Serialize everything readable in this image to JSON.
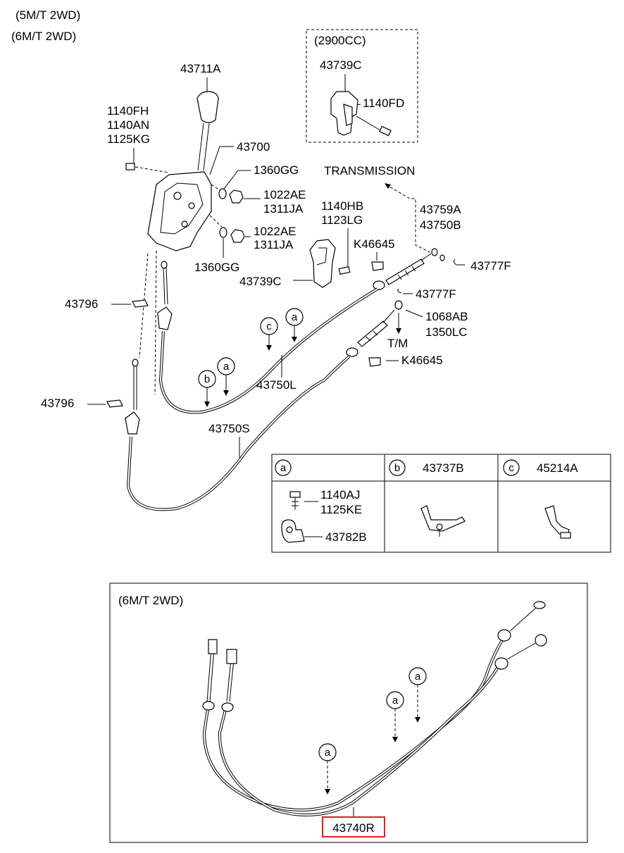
{
  "header": {
    "line1": "(5M/T 2WD)",
    "line2": "(6M/T 2WD)"
  },
  "inset_2900": {
    "title": "(2900CC)",
    "bracket": "43739C",
    "bolt": "1140FD"
  },
  "labels": {
    "knob": "43711A",
    "bolts_top": [
      "1140FH",
      "1140AN",
      "1125KG"
    ],
    "lever_assy": "43700",
    "washer_upper": "1360GG",
    "nut_upper": [
      "1022AE",
      "1311JA"
    ],
    "nut_lower": [
      "1022AE",
      "1311JA"
    ],
    "washer_lower": "1360GG",
    "transmission": "TRANSMISSION",
    "bracket_bolt": [
      "1140HB",
      "1123LG"
    ],
    "clip_upper": "K46645",
    "pin_set": [
      "43759A",
      "43750B"
    ],
    "bracket": "43739C",
    "clip_r1": "43777F",
    "clip_r2": "43777F",
    "washer_set": [
      "1068AB",
      "1350LC"
    ],
    "tm": "T/M",
    "clip_lower": "K46645",
    "clip_left1": "43796",
    "clip_left2": "43796",
    "cable_l": "43750L",
    "cable_s": "43750S"
  },
  "circles": {
    "a": "a",
    "b": "b",
    "c": "c"
  },
  "legend": {
    "a": {
      "key": "a",
      "parts": [
        "1140AJ",
        "1125KE"
      ],
      "clip": "43782B"
    },
    "b": {
      "key": "b",
      "part": "43737B"
    },
    "c": {
      "key": "c",
      "part": "45214A"
    }
  },
  "inset_6mt": {
    "title": "(6M/T 2WD)",
    "part": "43740R",
    "highlight_color": "#e02020"
  }
}
